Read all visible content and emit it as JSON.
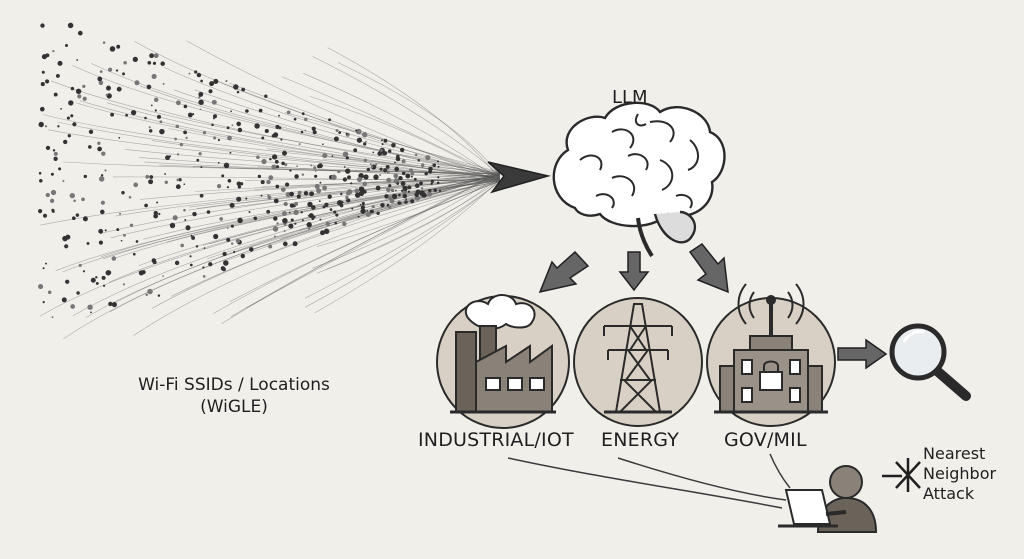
{
  "source": {
    "line1": "Wi-Fi SSIDs / Locations",
    "line2": "(WiGLE)"
  },
  "model": {
    "label": "LLM"
  },
  "sectors": [
    {
      "label": "INDUSTRIAL/IOT",
      "icon": "factory-icon"
    },
    {
      "label": "ENERGY",
      "icon": "power-tower-icon"
    },
    {
      "label": "GOV/MIL",
      "icon": "government-building-icon"
    }
  ],
  "investigate": {
    "icon": "magnifier-icon"
  },
  "attacker": {
    "icon": "hacker-laptop-icon"
  },
  "attack": {
    "line1": "Nearest",
    "line2": "Neighbor",
    "line3": "Attack"
  },
  "colors": {
    "ink": "#2a2a2a",
    "circle_fill": "#d9d0c5",
    "background": "#f1efea",
    "lens": "#e9edef"
  }
}
